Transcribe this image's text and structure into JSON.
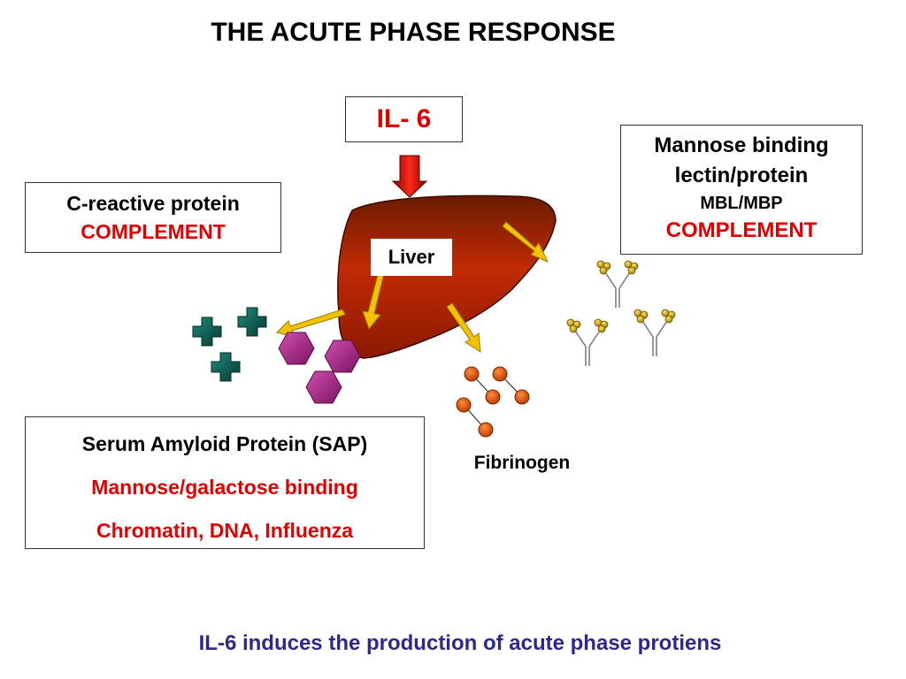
{
  "title": "THE ACUTE PHASE RESPONSE",
  "il6": {
    "label": "IL- 6"
  },
  "crp": {
    "line1": "C-reactive protein",
    "line2": "COMPLEMENT"
  },
  "mbl": {
    "line1": "Mannose binding",
    "line2": "lectin/protein",
    "line3": "MBL/MBP",
    "line4": "COMPLEMENT"
  },
  "sap": {
    "line1": "Serum Amyloid Protein (SAP)",
    "line2": "Mannose/galactose binding",
    "line3": "Chromatin, DNA, Influenza"
  },
  "liver": {
    "label": "Liver"
  },
  "fibrinogen": {
    "label": "Fibrinogen"
  },
  "caption": "IL-6 induces the production of acute phase protiens",
  "colors": {
    "red_text": "#e30000",
    "caption_blue": "#2b2a8c",
    "liver_fill": "#b52a05",
    "arrow_yellow": "#f2c200",
    "il6_arrow_red": "#d40000",
    "crp_teal": "#0f5a50",
    "sap_magenta": "#b0308f",
    "fibrinogen_orange": "#e05a10",
    "mbl_gold": "#e0b400"
  }
}
